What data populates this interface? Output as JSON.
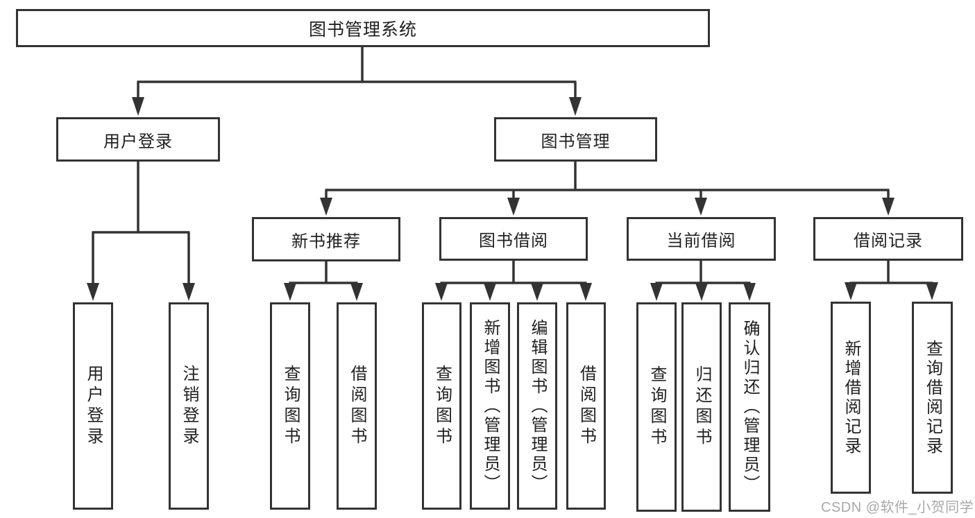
{
  "diagram": {
    "title": "图书管理系统",
    "colors": {
      "line": "#333333",
      "box_border": "#333333",
      "text": "#1f1f1f",
      "background": "#ffffff",
      "watermark": "#a8a8a8"
    },
    "tree": {
      "root": {
        "label": "图书管理系统",
        "children": [
          {
            "label": "用户登录",
            "children": [
              {
                "label": "用户登录"
              },
              {
                "label": "注销登录"
              }
            ]
          },
          {
            "label": "图书管理",
            "children": [
              {
                "label": "新书推荐",
                "children": [
                  {
                    "label": "查询图书"
                  },
                  {
                    "label": "借阅图书"
                  }
                ]
              },
              {
                "label": "图书借阅",
                "children": [
                  {
                    "label": "查询图书"
                  },
                  {
                    "label": "新增图书（管理员）"
                  },
                  {
                    "label": "编辑图书（管理员）"
                  },
                  {
                    "label": "借阅图书"
                  }
                ]
              },
              {
                "label": "当前借阅",
                "children": [
                  {
                    "label": "查询图书"
                  },
                  {
                    "label": "归还图书"
                  },
                  {
                    "label": "确认归还（管理员）"
                  }
                ]
              },
              {
                "label": "借阅记录",
                "children": [
                  {
                    "label": "新增借阅记录"
                  },
                  {
                    "label": "查询借阅记录"
                  }
                ]
              }
            ]
          }
        ]
      }
    },
    "watermark": "CSDN @软件_小贺同学"
  }
}
